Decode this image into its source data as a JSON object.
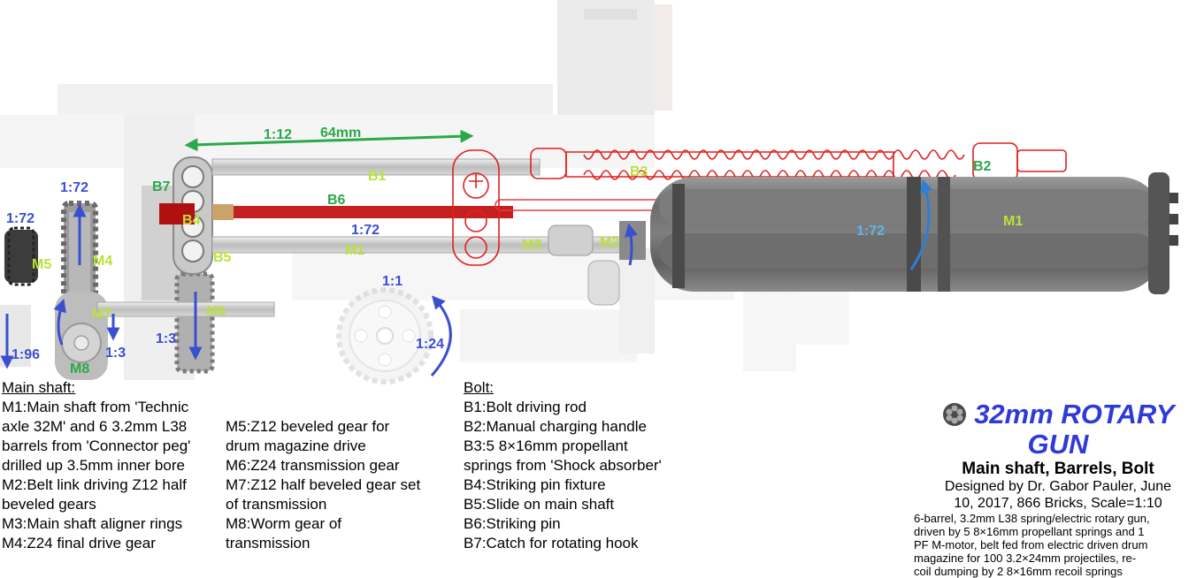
{
  "colors": {
    "part_label": "#b9e23a",
    "ratio_label": "#3a4fd0",
    "bolt_label": "#2aa84a",
    "barrel_ratio": "#5fb7e6",
    "title": "#2f3bd6",
    "bolt_outline": "#e02020",
    "striking_pin": "#b01010"
  },
  "labels": {
    "B1": "B1",
    "B2": "B2",
    "B3": "B3",
    "B4": "B4",
    "B5": "B5",
    "B6": "B6",
    "B7": "B7",
    "M1a": "M1",
    "M1b": "M1",
    "M2": "M2",
    "M3": "M3",
    "M4": "M4",
    "M5": "M5",
    "M6": "M6",
    "M7": "M7",
    "M8": "M8",
    "r_1_12": "1:12",
    "dim_64": "64mm",
    "r_1_72_top": "1:72",
    "r_1_72_left": "1:72",
    "r_1_72_mid": "1:72",
    "r_1_72_barrel": "1:72",
    "r_1_1": "1:1",
    "r_1_24": "1:24",
    "r_1_3a": "1:3",
    "r_1_3b": "1:3",
    "r_1_96": "1:96"
  },
  "main_shaft": {
    "heading": "Main shaft:",
    "col1": [
      "M1:Main shaft from 'Technic",
      "axle 32M' and 6 3.2mm L38",
      "barrels from 'Connector peg'",
      "drilled up 3.5mm inner bore",
      "M2:Belt link driving Z12 half",
      "beveled gears",
      "M3:Main shaft aligner rings",
      "M4:Z24 final drive gear"
    ],
    "col2": [
      "M5:Z12 beveled gear for",
      "drum magazine drive",
      "M6:Z24 transmission gear",
      "M7:Z12 half beveled gear set",
      "of transmission",
      "M8:Worm gear of",
      "transmission"
    ]
  },
  "bolt": {
    "heading": "Bolt:",
    "items": [
      "B1:Bolt driving rod",
      "B2:Manual charging handle",
      "B3:5 8×16mm propellant",
      "springs from 'Shock absorber'",
      "B4:Striking pin fixture",
      "B5:Slide on main shaft",
      "B6:Striking pin",
      "B7:Catch for rotating hook"
    ]
  },
  "title_block": {
    "title": "32mm ROTARY GUN",
    "subtitle": "Main shaft, Barrels, Bolt",
    "designer_1": "Designed by Dr. Gabor Pauler, June",
    "designer_2": "10, 2017, 866 Bricks, Scale=1:10",
    "description": [
      "6-barrel, 3.2mm L38 spring/electric rotary gun,",
      "driven by 5 8×16mm propellant springs and 1",
      "PF M-motor, belt fed from electric driven drum",
      "magazine for 100 3.2×24mm projectiles, re-",
      "coil dumping by 2 8×16mm recoil springs"
    ]
  }
}
